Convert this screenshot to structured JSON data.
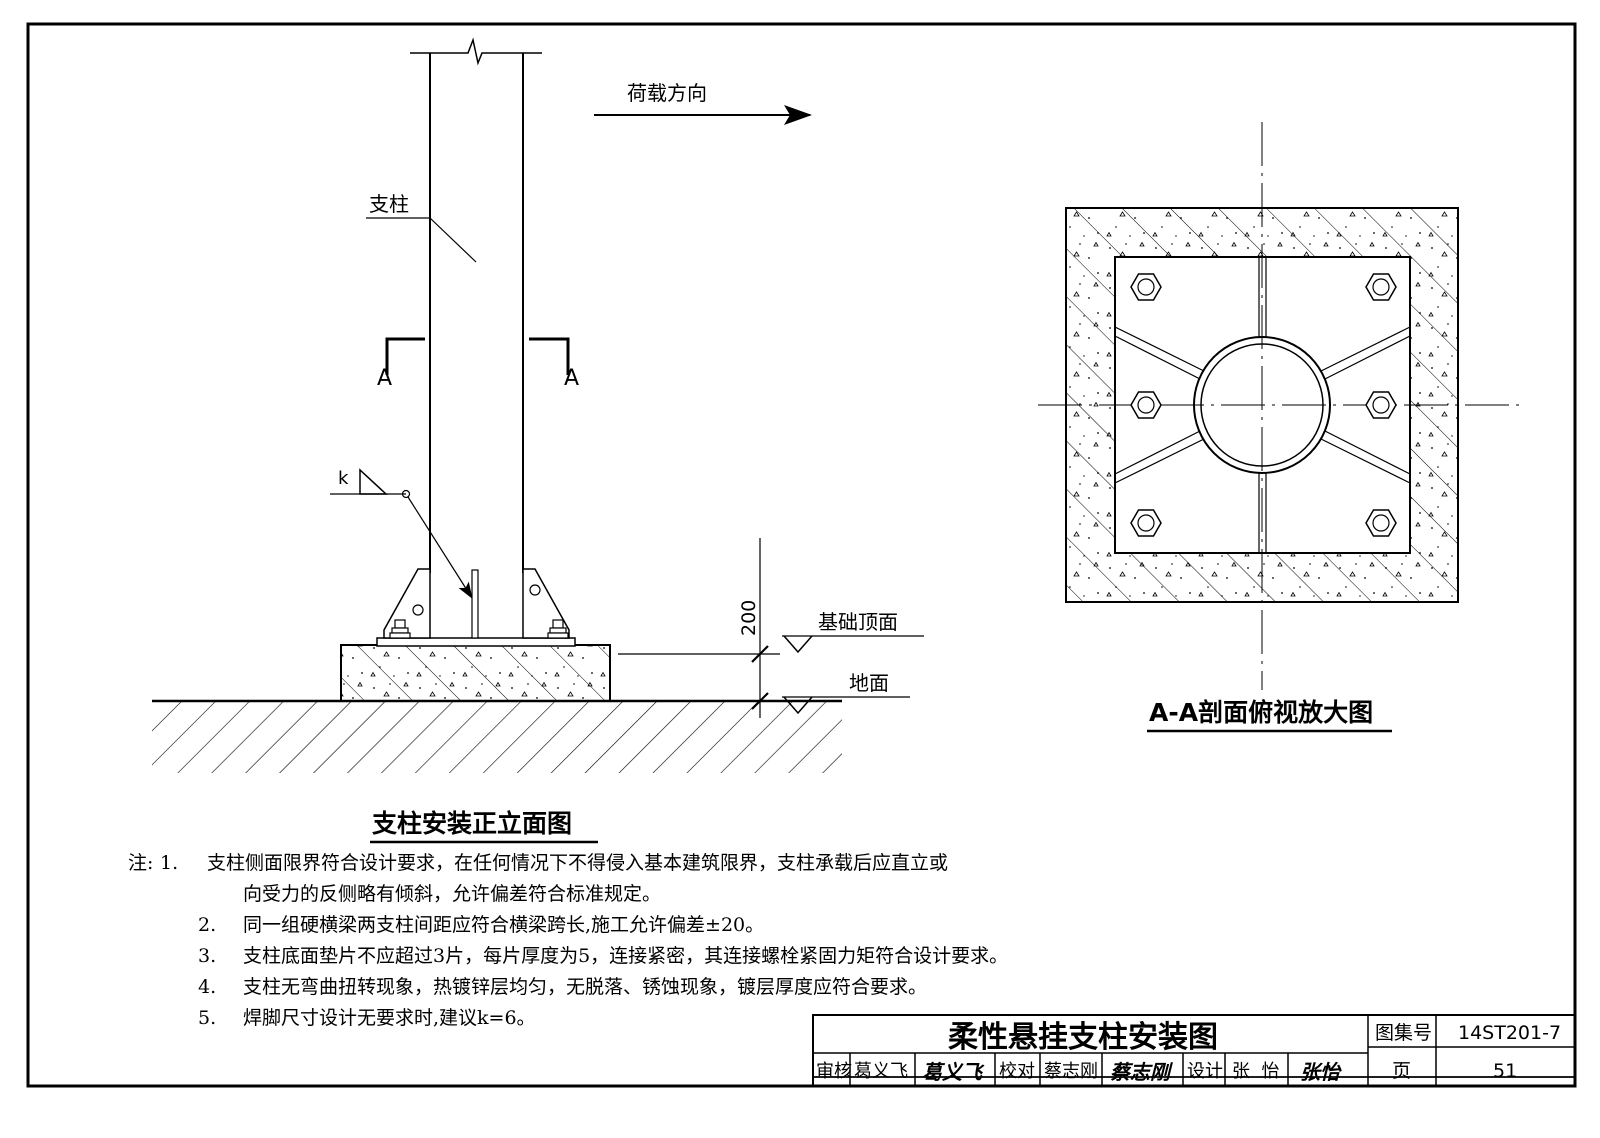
{
  "elevation": {
    "column_label": "支柱",
    "load_direction": "荷载方向",
    "section_mark": "A",
    "weld_label": "k",
    "dim_value": "200",
    "foundation_top": "基础顶面",
    "ground": "地面",
    "title": "支柱安装正立面图"
  },
  "section": {
    "title": "A-A剖面俯视放大图"
  },
  "notes": {
    "prefix": "注:",
    "items": [
      {
        "num": "1.",
        "lines": [
          "支柱侧面限界符合设计要求，在任何情况下不得侵入基本建筑限界，支柱承载后应直立或",
          "向受力的反侧略有倾斜，允许偏差符合标准规定。"
        ]
      },
      {
        "num": "2.",
        "lines": [
          "同一组硬横梁两支柱间距应符合横梁跨长,施工允许偏差±20。"
        ]
      },
      {
        "num": "3.",
        "lines": [
          "支柱底面垫片不应超过3片，每片厚度为5，连接紧密，其连接螺栓紧固力矩符合设计要求。"
        ]
      },
      {
        "num": "4.",
        "lines": [
          "支柱无弯曲扭转现象，热镀锌层均匀，无脱落、锈蚀现象，镀层厚度应符合要求。"
        ]
      },
      {
        "num": "5.",
        "lines": [
          "焊脚尺寸设计无要求时,建议k=6。"
        ]
      }
    ]
  },
  "title_block": {
    "drawing_title": "柔性悬挂支柱安装图",
    "atlas_label": "图集号",
    "atlas_no": "14ST201-7",
    "review_label": "审核",
    "review_name": "葛义飞",
    "review_sig": "葛义飞",
    "check_label": "校对",
    "check_name": "蔡志刚",
    "check_sig": "蔡志刚",
    "design_label": "设计",
    "design_name": "张  怡",
    "design_sig": "张怡",
    "page_label": "页",
    "page_no": "51"
  }
}
